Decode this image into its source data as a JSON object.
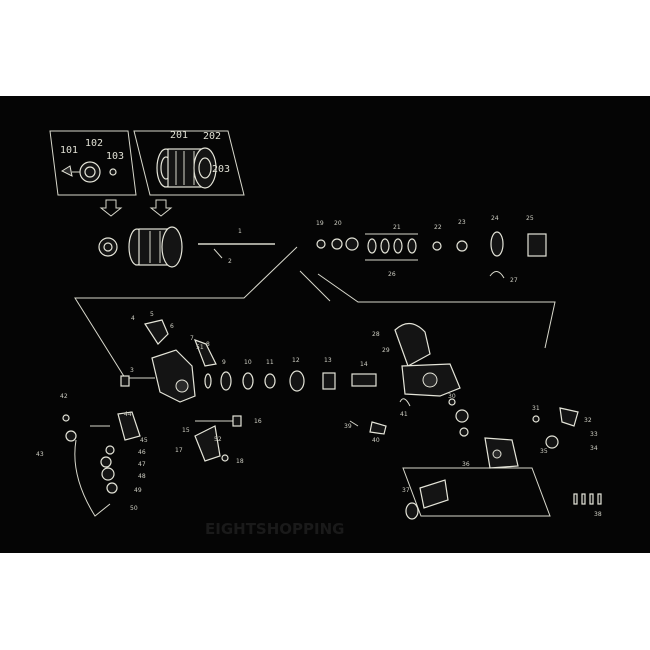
{
  "callouts_large": [
    "101",
    "102",
    "103",
    "201",
    "202",
    "203"
  ],
  "callouts_small": [
    "1",
    "2",
    "3",
    "4",
    "5",
    "6",
    "7",
    "8",
    "9",
    "10",
    "11",
    "12",
    "13",
    "14",
    "15",
    "16",
    "17",
    "18",
    "19",
    "20",
    "21",
    "22",
    "23",
    "24",
    "25",
    "26",
    "27",
    "28",
    "29",
    "30",
    "31",
    "32",
    "33",
    "34",
    "35",
    "36",
    "37",
    "38",
    "39",
    "40",
    "41",
    "42",
    "43",
    "44",
    "45",
    "46",
    "47",
    "48",
    "49",
    "50",
    "51",
    "52"
  ],
  "colors": {
    "page": "#ffffff",
    "panel": "#050505",
    "line": "#d8d8cc"
  },
  "icons": [
    "arrow-down-icon",
    "arrow-down-icon"
  ],
  "watermark": "EIGHTSHOPPING"
}
